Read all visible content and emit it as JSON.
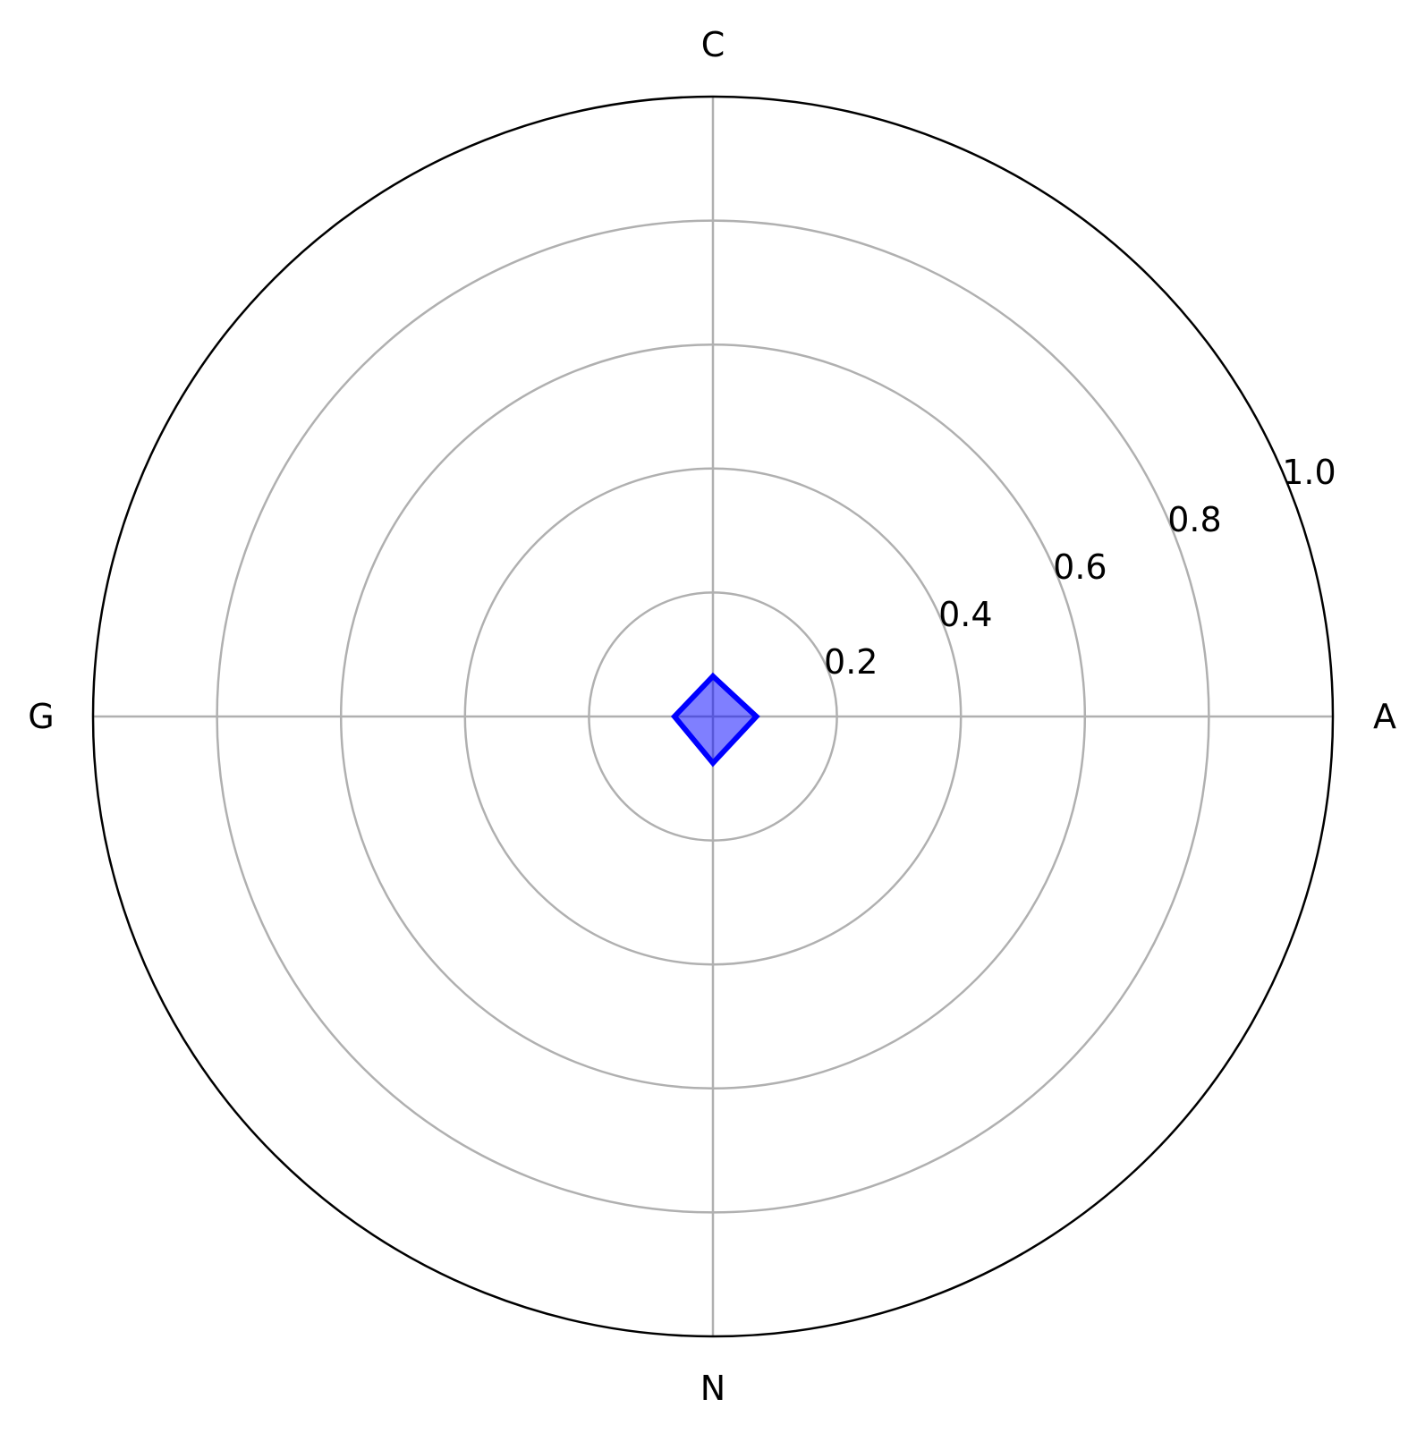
{
  "chart_data": {
    "type": "radar",
    "categories": [
      "A",
      "C",
      "G",
      "N"
    ],
    "series": [
      {
        "values": [
          0.07,
          0.065,
          0.062,
          0.075
        ],
        "fill": "#0000ff",
        "fill_opacity": 0.5,
        "stroke": "#0000ff"
      }
    ],
    "rlim": [
      0,
      1.0
    ],
    "r_ticks": [
      0.2,
      0.4,
      0.6,
      0.8,
      1.0
    ],
    "r_tick_labels": [
      "0.2",
      "0.4",
      "0.6",
      "0.8",
      "1.0"
    ],
    "grid": true,
    "colors": {
      "grid": "#b0b0b0",
      "outer": "#000000",
      "text": "#000000"
    }
  }
}
